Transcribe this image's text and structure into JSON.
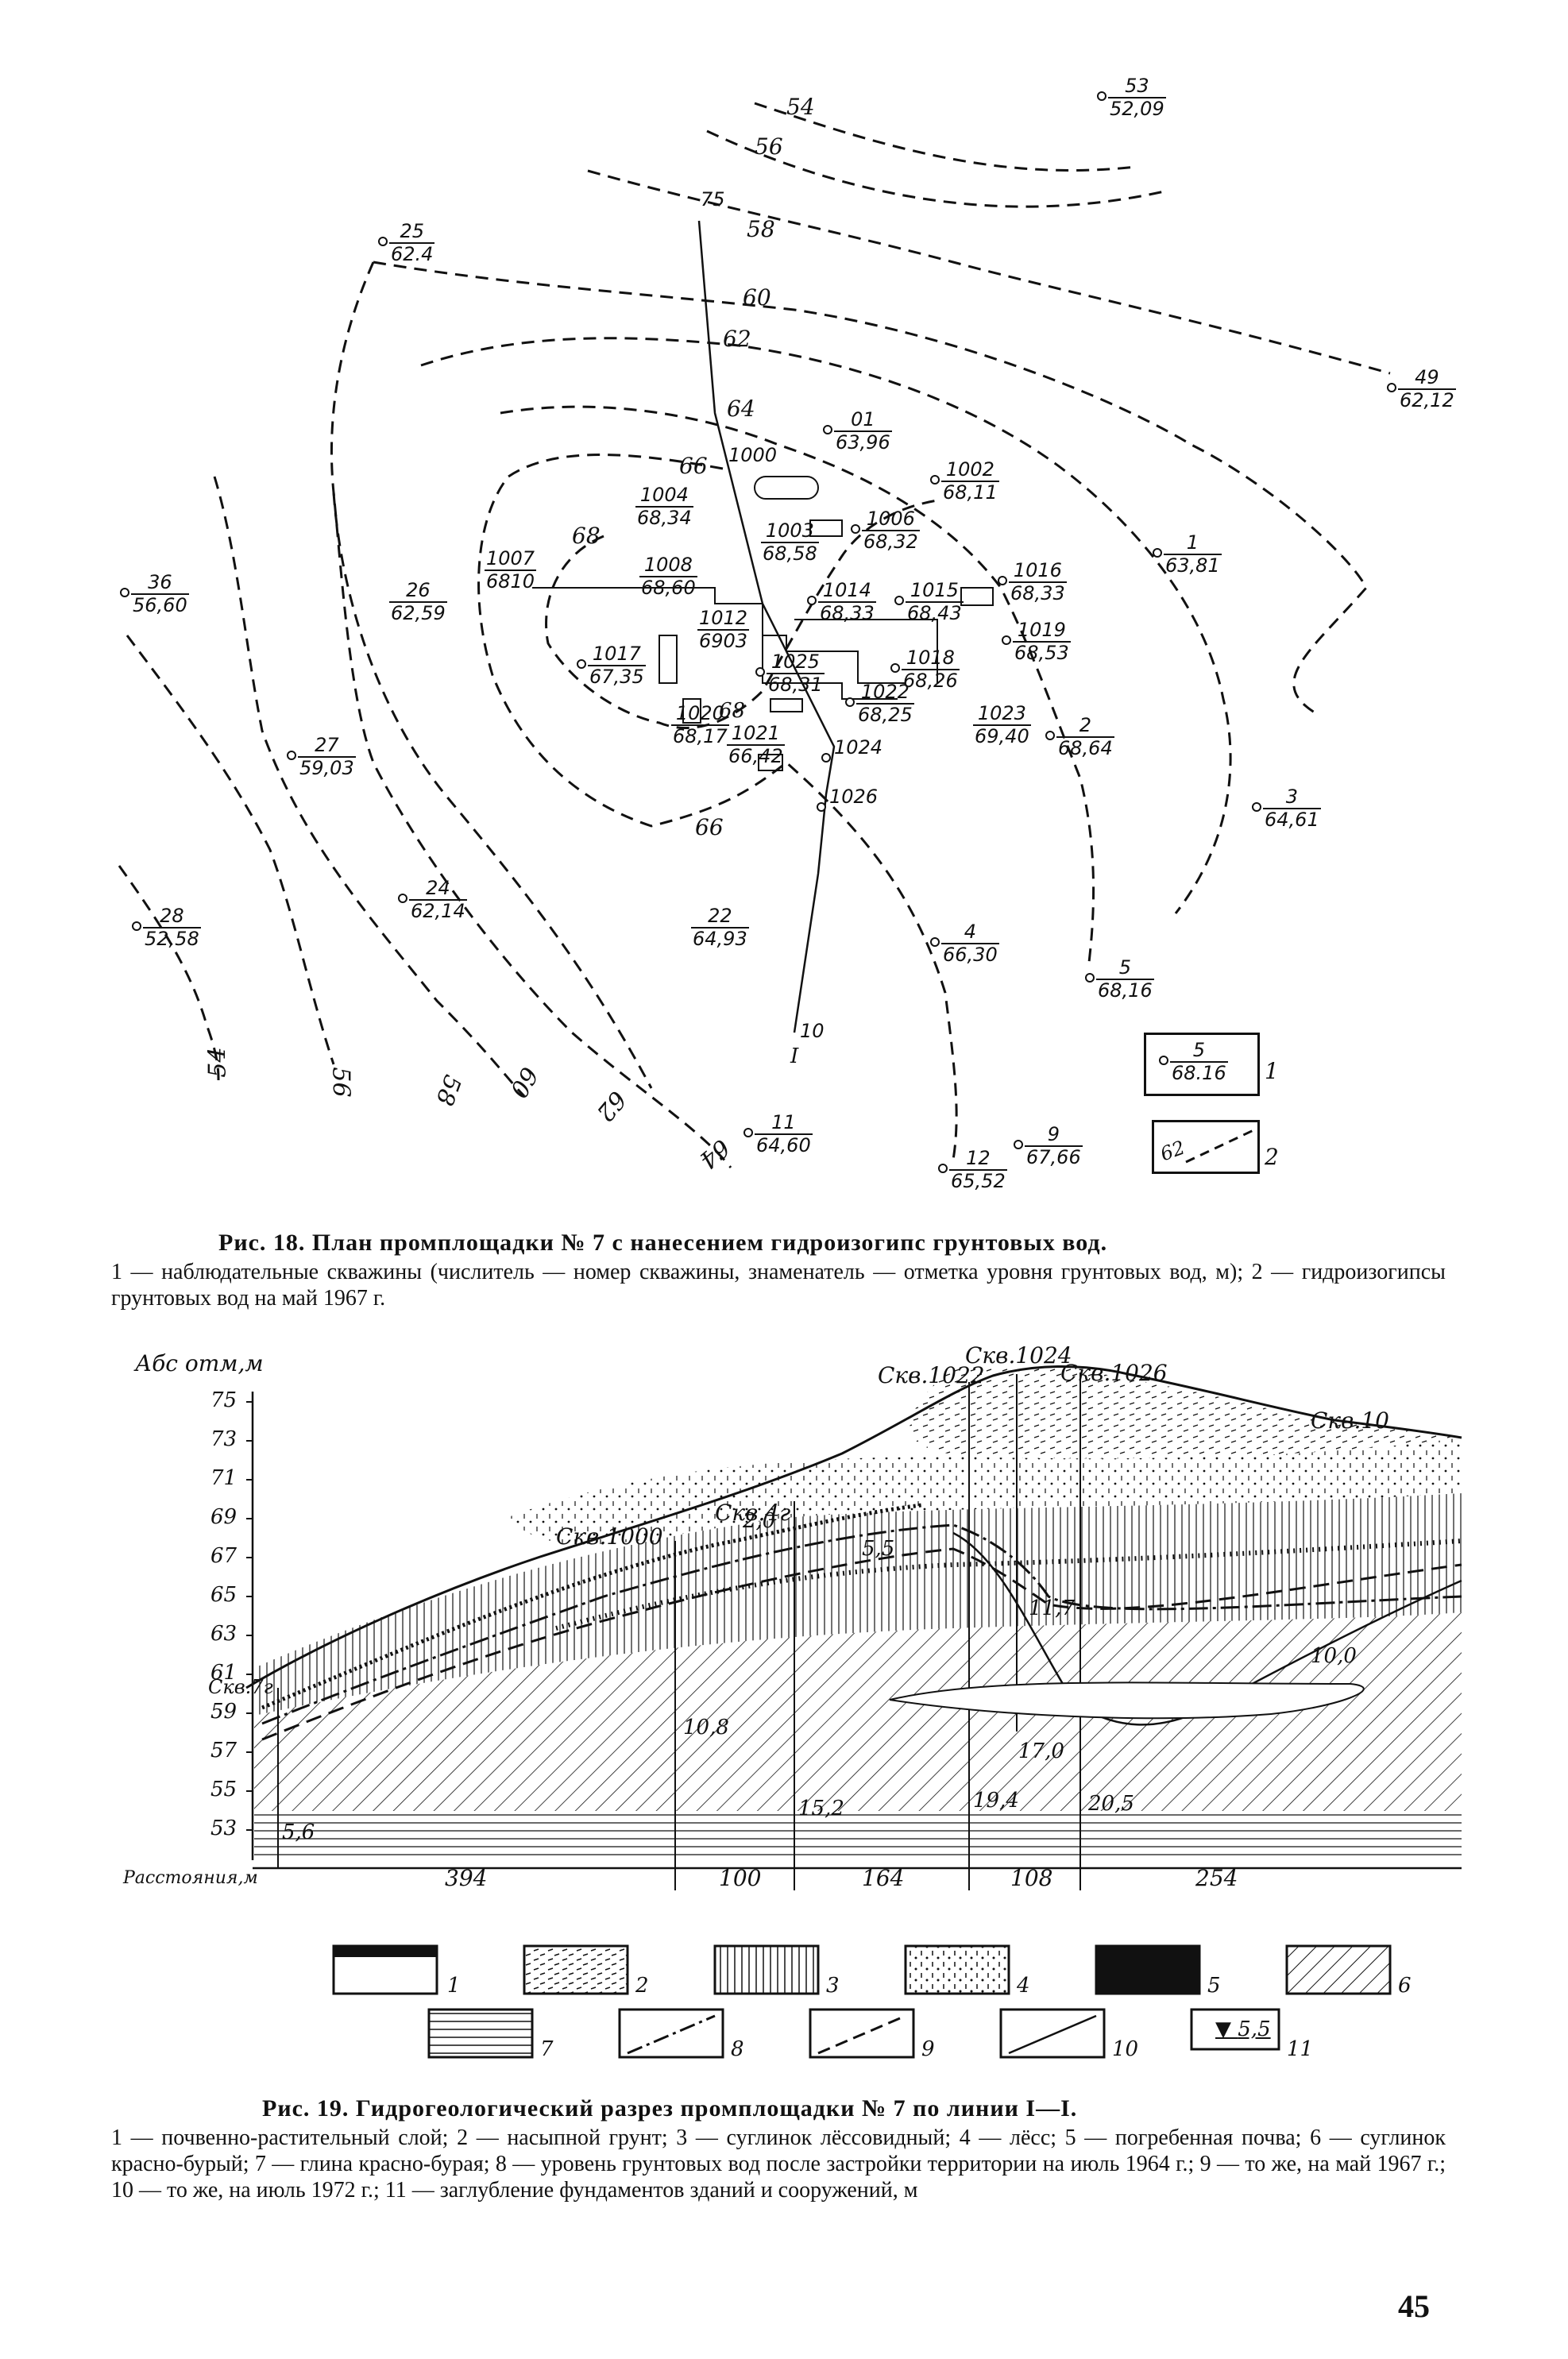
{
  "fig18": {
    "contours": [
      "54",
      "56",
      "58",
      "60",
      "62",
      "64",
      "66",
      "68"
    ],
    "bottom_contours": [
      "54",
      "56",
      "58",
      "60",
      "62",
      "64",
      "66"
    ],
    "wells": [
      {
        "num": "53",
        "val": "52,09"
      },
      {
        "num": "75",
        "val": ""
      },
      {
        "num": "25",
        "val": "62.4"
      },
      {
        "num": "49",
        "val": "62,12"
      },
      {
        "num": "01",
        "val": "63,96"
      },
      {
        "num": "1000",
        "val": ""
      },
      {
        "num": "1002",
        "val": "68,11"
      },
      {
        "num": "1004",
        "val": "68,34"
      },
      {
        "num": "1003",
        "val": "68,58"
      },
      {
        "num": "1006",
        "val": "68,32"
      },
      {
        "num": "1",
        "val": "63,81"
      },
      {
        "num": "1007",
        "val": "6810"
      },
      {
        "num": "1008",
        "val": "68,60"
      },
      {
        "num": "1016",
        "val": "68,33"
      },
      {
        "num": "36",
        "val": "56,60"
      },
      {
        "num": "26",
        "val": "62,59"
      },
      {
        "num": "1014",
        "val": "68,33"
      },
      {
        "num": "1015",
        "val": "68,43"
      },
      {
        "num": "1012",
        "val": "6903"
      },
      {
        "num": "1019",
        "val": "68,53"
      },
      {
        "num": "1017",
        "val": "67,35"
      },
      {
        "num": "1025",
        "val": "68,31"
      },
      {
        "num": "1018",
        "val": "68,26"
      },
      {
        "num": "1020",
        "val": "68,17"
      },
      {
        "num": "1022",
        "val": "68,25"
      },
      {
        "num": "1023",
        "val": "69,40"
      },
      {
        "num": "2",
        "val": "68,64"
      },
      {
        "num": "27",
        "val": "59,03"
      },
      {
        "num": "1021",
        "val": "66,42"
      },
      {
        "num": "1024",
        "val": ""
      },
      {
        "num": "1026",
        "val": ""
      },
      {
        "num": "3",
        "val": "64,61"
      },
      {
        "num": "24",
        "val": "62,14"
      },
      {
        "num": "28",
        "val": "52,58"
      },
      {
        "num": "22",
        "val": "64,93"
      },
      {
        "num": "4",
        "val": "66,30"
      },
      {
        "num": "5",
        "val": "68,16"
      },
      {
        "num": "10",
        "val": ""
      },
      {
        "num": "11",
        "val": "64,60"
      },
      {
        "num": "9",
        "val": "67,66"
      },
      {
        "num": "12",
        "val": "65,52"
      }
    ],
    "section_label": "I",
    "legend": [
      {
        "num": "5",
        "val": "68.16",
        "label": "1"
      },
      {
        "num": "62",
        "label": "2"
      }
    ],
    "caption_title": "Рис. 18. План промплощадки № 7 с нанесением гидроизогипс грунтовых вод.",
    "caption_text": "1 — наблюдательные скважины (числитель — номер скважины, знаменатель — отметка уровня грунтовых вод, м); 2 — гидроизогипсы грунтовых вод на май 1967 г."
  },
  "fig19": {
    "y_axis_label": "Абс отм,м",
    "y_ticks": [
      "75",
      "73",
      "71",
      "69",
      "67",
      "65",
      "63",
      "61",
      "59",
      "57",
      "55",
      "53"
    ],
    "wells": [
      "Скв.7г",
      "Скв.1000",
      "Скв.4г",
      "Скв.1022",
      "Скв.1024",
      "Скв.1026",
      "Скв.10"
    ],
    "depths": [
      "2,0",
      "5,5",
      "11,7",
      "10,0",
      "10,8",
      "17,0",
      "5,6",
      "15,2",
      "19,4",
      "20,5"
    ],
    "distance_label": "Расстояния,м",
    "distances": [
      "394",
      "100",
      "164",
      "108",
      "254"
    ],
    "legend_labels": [
      "1",
      "2",
      "3",
      "4",
      "5",
      "6",
      "7",
      "8",
      "9",
      "10",
      "11"
    ],
    "legend_depth": "5,5",
    "caption_title": "Рис. 19. Гидрогеологический разрез промплощадки № 7 по линии I—I.",
    "caption_text": "1 — почвенно-растительный слой; 2 — насыпной грунт; 3 — суглинок лёссовидный; 4 — лёсс; 5 — погребенная почва; 6 — суглинок красно-бурый; 7 — глина красно-бурая; 8 — уровень грунтовых вод после застройки территории на июль 1964 г.; 9 — то же, на май 1967 г.; 10 — то же, на июль 1972 г.; 11 — заглубление фундаментов зданий и сооружений, м"
  },
  "page_number": "45"
}
